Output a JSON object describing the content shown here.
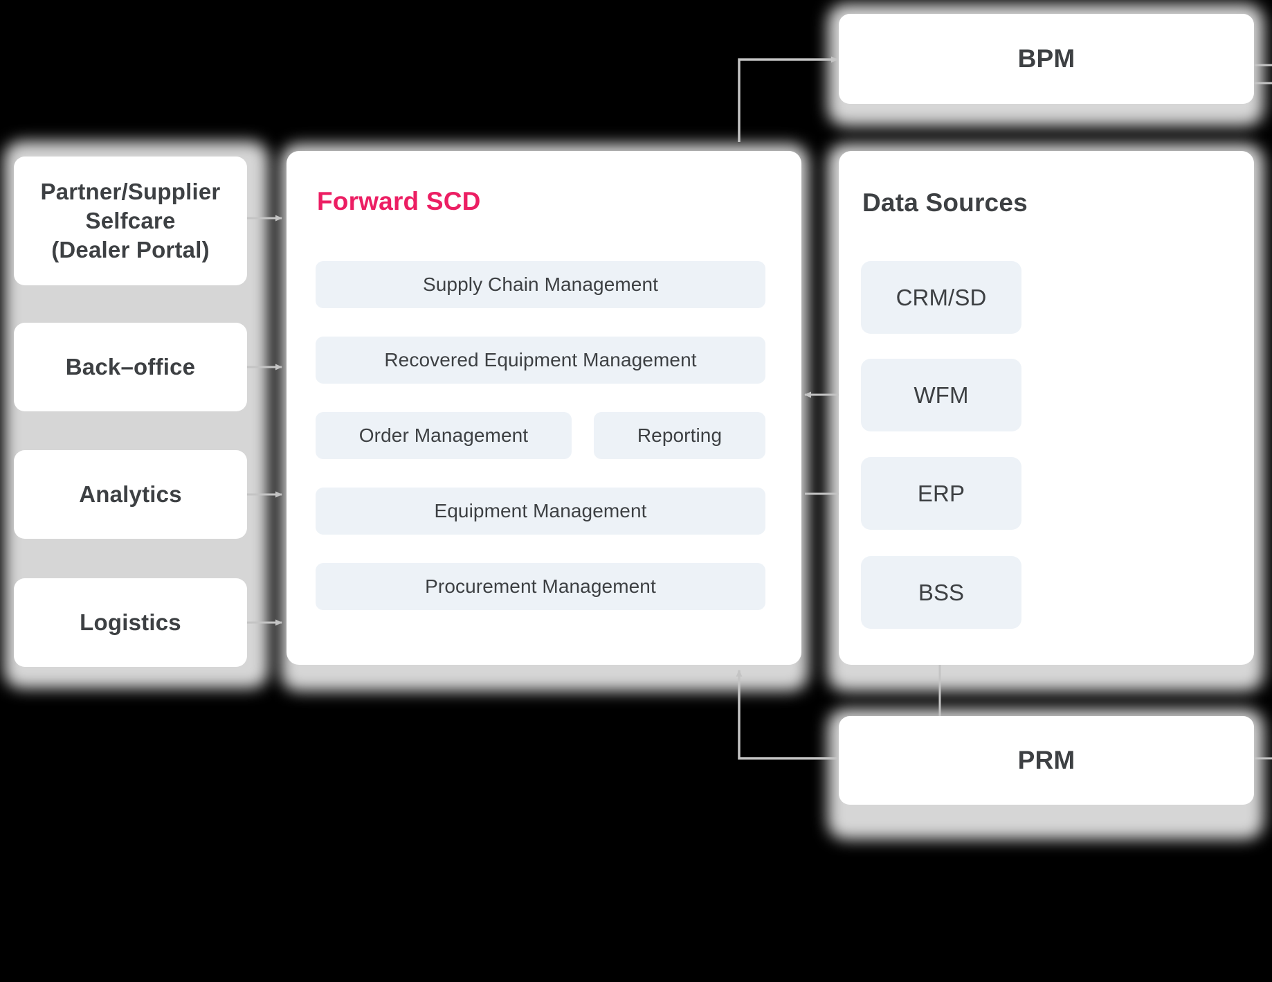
{
  "diagram": {
    "title": "Forward SCD architecture diagram",
    "accent_color": "#ec1e63",
    "card_bg": "#ffffff",
    "pill_bg": "#edf2f7",
    "text_color": "#3d4043",
    "line_color": "#c4c4c4",
    "background": "#000000"
  },
  "left_column": {
    "cards": [
      {
        "label": "Partner/Supplier\nSelfcare\n(Dealer Portal)",
        "lines": [
          "Partner/Supplier",
          "Selfcare",
          "(Dealer Portal)"
        ]
      },
      {
        "label": "Back-office",
        "lines": [
          "Back–office"
        ]
      },
      {
        "label": "Analytics",
        "lines": [
          "Analytics"
        ]
      },
      {
        "label": "Logistics",
        "lines": [
          "Logistics"
        ]
      }
    ]
  },
  "center_panel": {
    "title": "Forward SCD",
    "modules": [
      {
        "label": "Supply Chain Management",
        "row": 1,
        "span": "full"
      },
      {
        "label": "Recovered Equipment Management",
        "row": 2,
        "span": "full"
      },
      {
        "label": "Order Management",
        "row": 3,
        "span": "left"
      },
      {
        "label": "Reporting",
        "row": 3,
        "span": "right"
      },
      {
        "label": "Equipment Management",
        "row": 4,
        "span": "full"
      },
      {
        "label": "Procurement Management",
        "row": 5,
        "span": "full"
      }
    ]
  },
  "right_panel": {
    "title": "Data Sources",
    "items": [
      {
        "label": "CRM/SD"
      },
      {
        "label": "WFM"
      },
      {
        "label": "ERP"
      },
      {
        "label": "BSS"
      }
    ]
  },
  "top_card": {
    "label": "BPM"
  },
  "bottom_card": {
    "label": "PRM"
  }
}
